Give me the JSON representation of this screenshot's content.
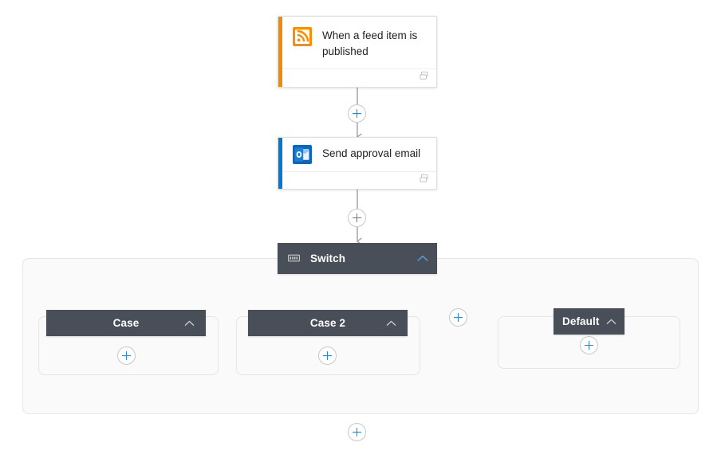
{
  "canvas": {
    "background": "#ffffff",
    "accent_blue": "#2b88d8",
    "dark_header_bg": "#484f58",
    "scope_bg": "#fafafa",
    "scope_border": "#e6e6e6",
    "connector_color": "#a0a0a0"
  },
  "nodes": {
    "trigger": {
      "title": "When a feed item is published",
      "icon": "rss-feed-icon",
      "accent_color": "#f08a00",
      "icon_bg": "#ff8c00",
      "footer_icon": "comments-icon"
    },
    "action": {
      "title": "Send approval email",
      "icon": "outlook-icon",
      "accent_color": "#0078d4",
      "icon_bg": "#0a67c0",
      "footer_icon": "comments-icon"
    },
    "switch": {
      "title": "Switch",
      "icon": "switch-control-icon",
      "collapse_icon": "chevron-up-icon"
    }
  },
  "branches": [
    {
      "label": "Case",
      "collapse_icon": "chevron-up-icon",
      "add_label": "+"
    },
    {
      "label": "Case 2",
      "collapse_icon": "chevron-up-icon",
      "add_label": "+"
    },
    {
      "label": "Default",
      "collapse_icon": "chevron-up-icon",
      "add_label": "+"
    }
  ],
  "add_buttons": {
    "after_trigger": "+",
    "after_action": "+",
    "add_case": "+",
    "after_switch_scope": "+"
  }
}
